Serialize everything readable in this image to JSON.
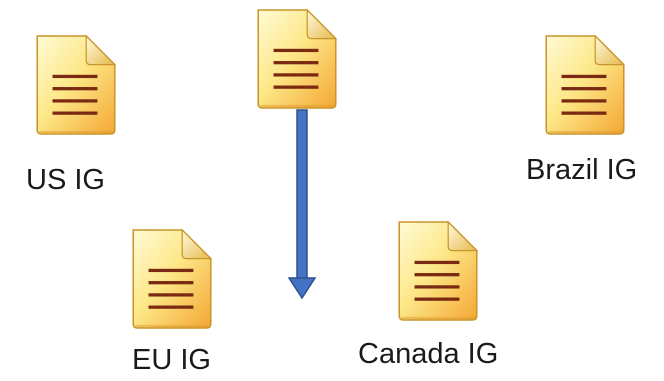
{
  "documents": [
    {
      "label": ""
    },
    {
      "label": "US IG"
    },
    {
      "label": "Brazil IG"
    },
    {
      "label": "EU IG"
    },
    {
      "label": "Canada IG"
    }
  ],
  "colors": {
    "doc_fill_top": "#fff4b3",
    "doc_fill_bottom": "#f6b63f",
    "doc_stroke": "#c8962a",
    "doc_lines": "#7a2a12",
    "arrow_fill": "#4472c4",
    "arrow_stroke": "#2f528f"
  },
  "icons": {
    "document": "document-icon",
    "arrow": "down-arrow-icon"
  }
}
